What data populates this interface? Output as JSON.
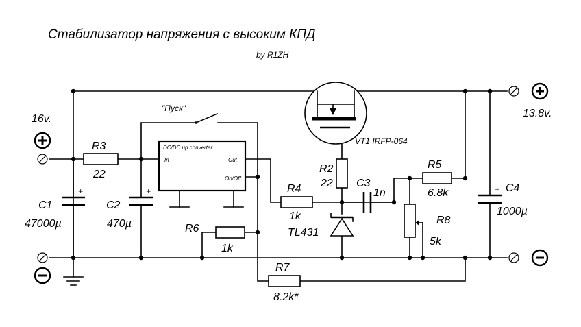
{
  "title": "Стабилизатор напряжения с высоким КПД",
  "author": "by R1ZH",
  "input_voltage": "16v.",
  "output_voltage": "13.8v.",
  "switch_label": "\"Пуск\"",
  "converter": {
    "name": "DC/DC up converter",
    "pin_in": "In",
    "pin_out": "Out",
    "pin_onoff": "On/Off"
  },
  "transistor": "VT1 IRFP-064",
  "regulator": "TL431",
  "components": {
    "r2": {
      "name": "R2",
      "value": "22"
    },
    "r3": {
      "name": "R3",
      "value": "22"
    },
    "r4": {
      "name": "R4",
      "value": "1k"
    },
    "r5": {
      "name": "R5",
      "value": "6.8k"
    },
    "r6": {
      "name": "R6",
      "value": "1k"
    },
    "r7": {
      "name": "R7",
      "value": "8.2k*"
    },
    "r8": {
      "name": "R8",
      "value": "5k"
    },
    "c1": {
      "name": "C1",
      "value": "47000µ"
    },
    "c2": {
      "name": "C2",
      "value": "470µ"
    },
    "c3": {
      "name": "C3",
      "value": "1n"
    },
    "c4": {
      "name": "C4",
      "value": "1000µ"
    }
  },
  "polarity": {
    "plus": "+",
    "minus": "-"
  }
}
